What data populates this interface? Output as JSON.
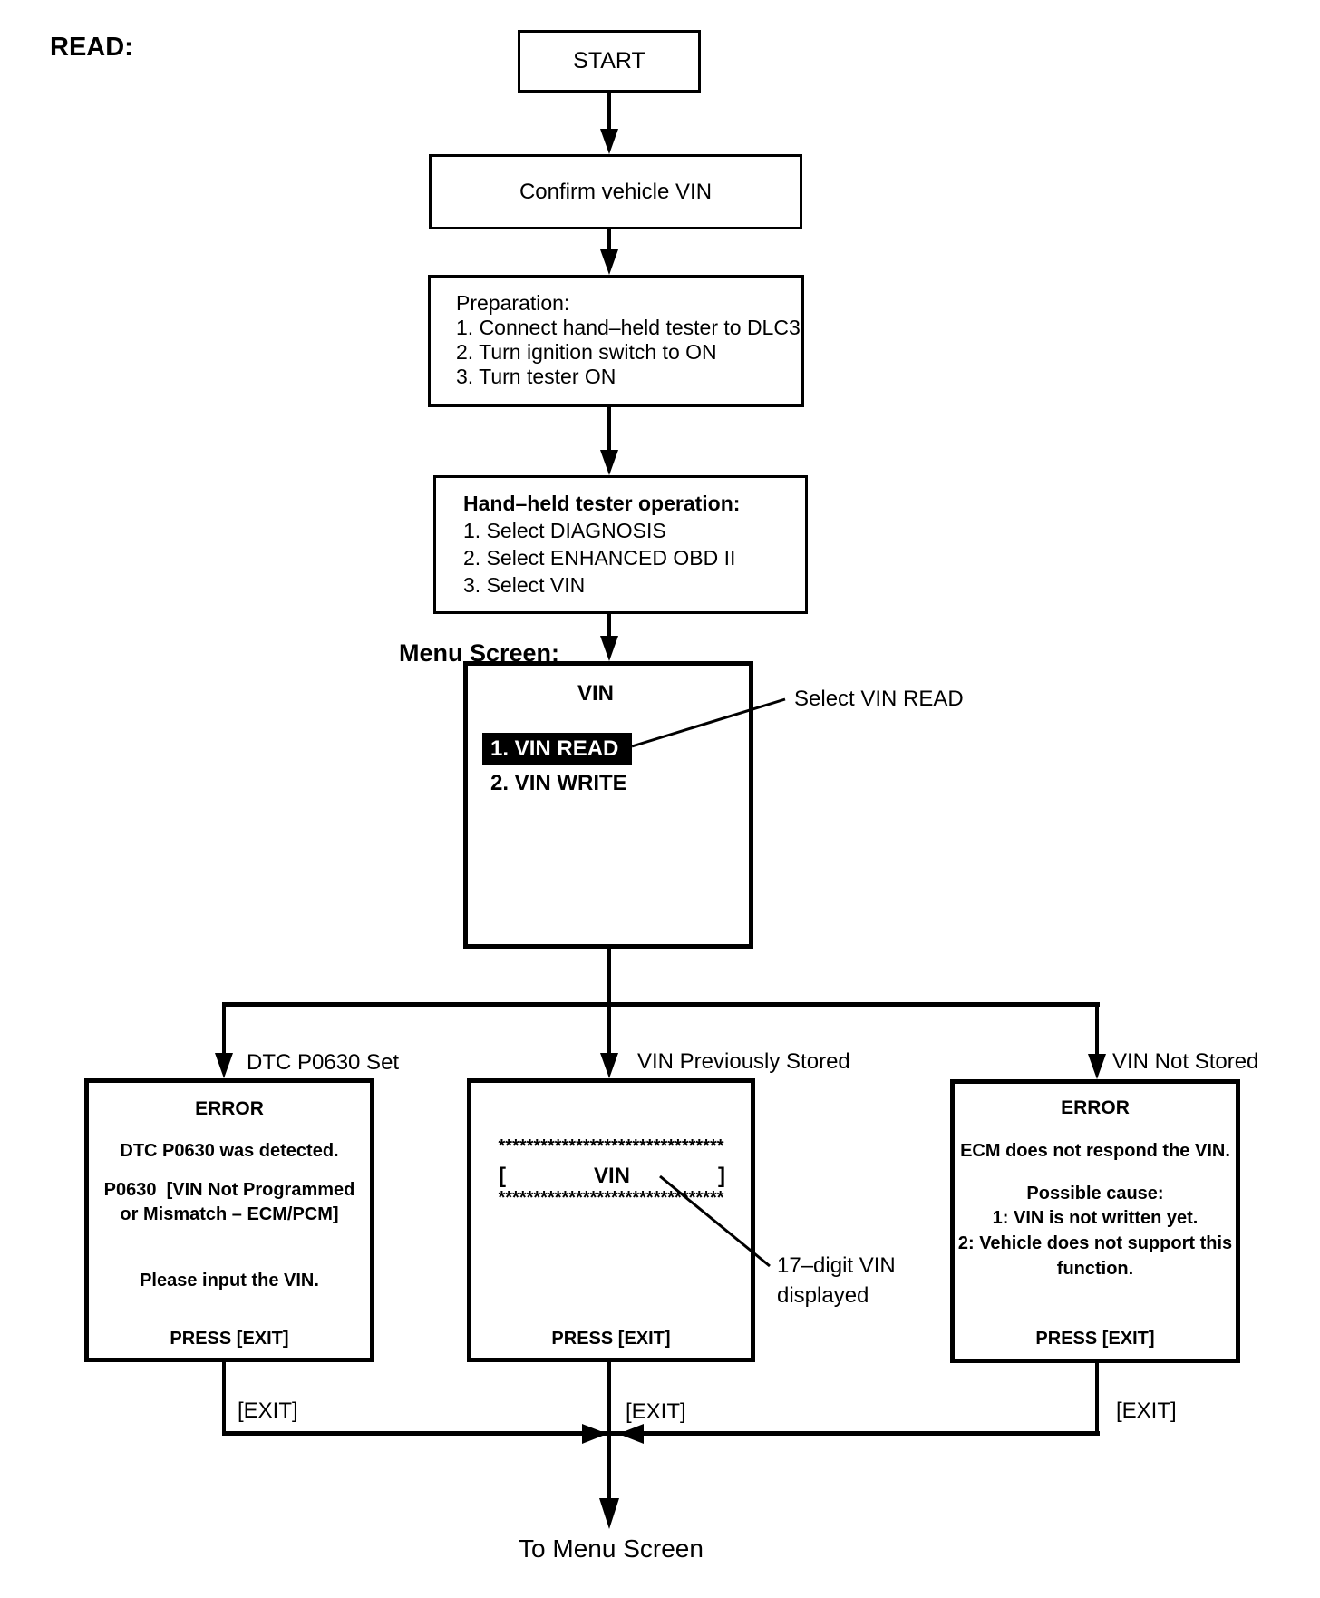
{
  "colors": {
    "ink": "#000000",
    "paper": "#ffffff",
    "highlight_bg": "#000000",
    "highlight_fg": "#ffffff"
  },
  "headings": {
    "read": "READ:",
    "menu_screen": "Menu Screen:",
    "to_menu_screen": "To Menu Screen"
  },
  "nodes": {
    "start": {
      "label": "START"
    },
    "confirm": {
      "label": "Confirm vehicle VIN"
    },
    "preparation": {
      "title": "Preparation:",
      "items": [
        "1. Connect hand–held tester to DLC3",
        "2. Turn ignition switch to ON",
        "3. Turn tester ON"
      ]
    },
    "tester": {
      "title": "Hand–held tester operation:",
      "items": [
        "1. Select DIAGNOSIS",
        "2. Select ENHANCED OBD II",
        "3. Select VIN"
      ]
    },
    "menu": {
      "title": "VIN",
      "item_read": "1. VIN READ",
      "item_write": "2. VIN WRITE"
    }
  },
  "annotations": {
    "select_vin_read": "Select VIN READ",
    "digit_vin_line1": "17–digit VIN",
    "digit_vin_line2": "displayed"
  },
  "branches": {
    "left": {
      "label": "DTC P0630 Set",
      "exit": "[EXIT]",
      "screen": {
        "title": "ERROR",
        "line1": "DTC P0630 was detected.",
        "line2": "P0630  [VIN Not Programmed",
        "line3": "or Mismatch – ECM/PCM]",
        "line4": "Please input the VIN.",
        "press": "PRESS [EXIT]"
      }
    },
    "middle": {
      "label": "VIN Previously Stored",
      "exit": "[EXIT]",
      "screen": {
        "asterisks_top": "********************************",
        "bracket_open": "[",
        "title": "VIN",
        "bracket_close": "]",
        "asterisks_bottom": "********************************",
        "press": "PRESS [EXIT]"
      }
    },
    "right": {
      "label": "VIN Not Stored",
      "exit": "[EXIT]",
      "screen": {
        "title": "ERROR",
        "line1": "ECM does not respond the VIN.",
        "line2": "Possible cause:",
        "line3": "1: VIN is not written yet.",
        "line4": "2: Vehicle does not support this",
        "line5": "function.",
        "press": "PRESS [EXIT]"
      }
    }
  }
}
